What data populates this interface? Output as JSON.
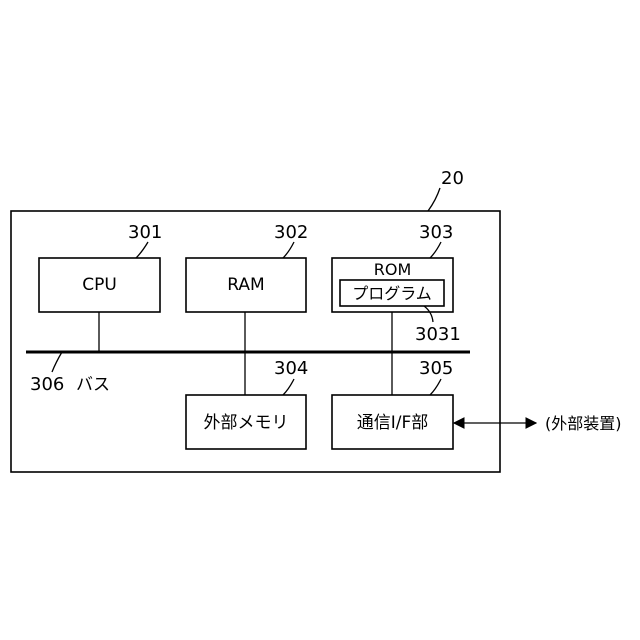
{
  "diagram": {
    "device_ref": "20",
    "cpu": {
      "ref": "301",
      "label": "CPU"
    },
    "ram": {
      "ref": "302",
      "label": "RAM"
    },
    "rom": {
      "ref": "303",
      "label": "ROM",
      "program_label": "プログラム",
      "program_ref": "3031"
    },
    "bus": {
      "ref": "306",
      "label": "バス"
    },
    "external_memory": {
      "ref": "304",
      "label": "外部メモリ"
    },
    "comm_if": {
      "ref": "305",
      "label": "通信I/F部"
    },
    "external_device_label": "(外部装置)"
  },
  "colors": {
    "line": "#000000",
    "background": "#ffffff"
  }
}
